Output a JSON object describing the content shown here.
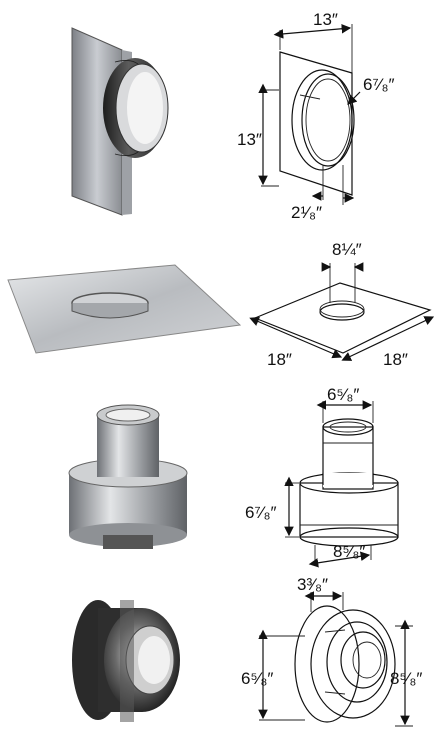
{
  "items": [
    {
      "name": "square ceiling support plate",
      "dimensions": {
        "width": "13″",
        "height": "13″",
        "collar_diameter": "6⁷⁄₈″",
        "collar_depth": "2¹⁄₈″"
      }
    },
    {
      "name": "flat flashing plate",
      "dimensions": {
        "collar_diameter": "8¼″",
        "side_a": "18″",
        "side_b": "18″"
      }
    },
    {
      "name": "increaser adapter",
      "dimensions": {
        "top_diameter": "6⁵⁄₈″",
        "height": "6⁷⁄₈″",
        "bottom_diameter": "8⁵⁄₈″"
      }
    },
    {
      "name": "round termination cap",
      "dimensions": {
        "depth": "3³⁄₈″",
        "inner_diameter": "6⁵⁄₈″",
        "outer_diameter": "8⁵⁄₈″"
      }
    }
  ]
}
